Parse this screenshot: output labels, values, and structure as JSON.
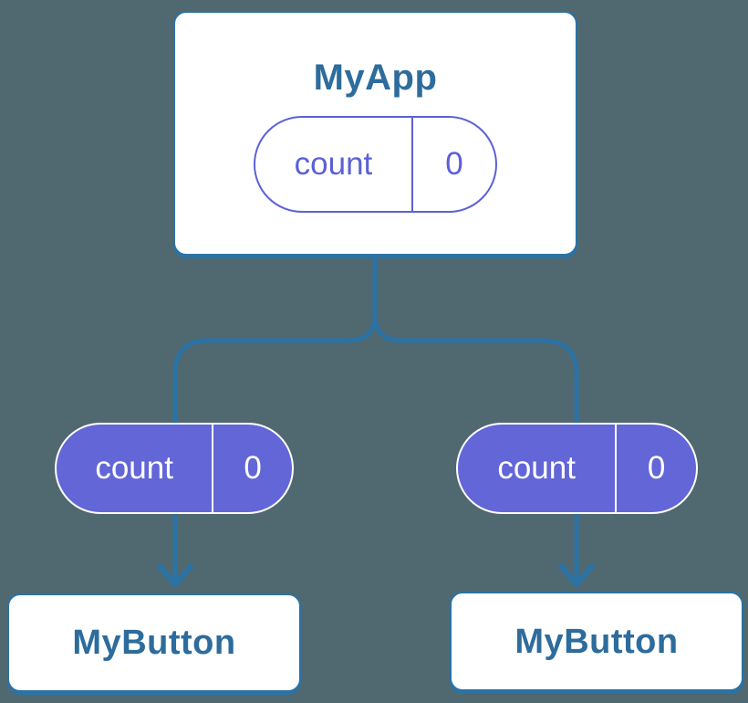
{
  "diagram": {
    "background_color": "#50686f",
    "line_color": "#2b72a5",
    "heading_color": "#2d6c9c",
    "pill_purple": "#6366d6",
    "pill_outline_purple": "#5c61d6",
    "parent": {
      "title": "MyApp",
      "state": {
        "label": "count",
        "value": "0"
      }
    },
    "children": [
      {
        "title": "MyButton",
        "prop": {
          "label": "count",
          "value": "0"
        }
      },
      {
        "title": "MyButton",
        "prop": {
          "label": "count",
          "value": "0"
        }
      }
    ]
  }
}
